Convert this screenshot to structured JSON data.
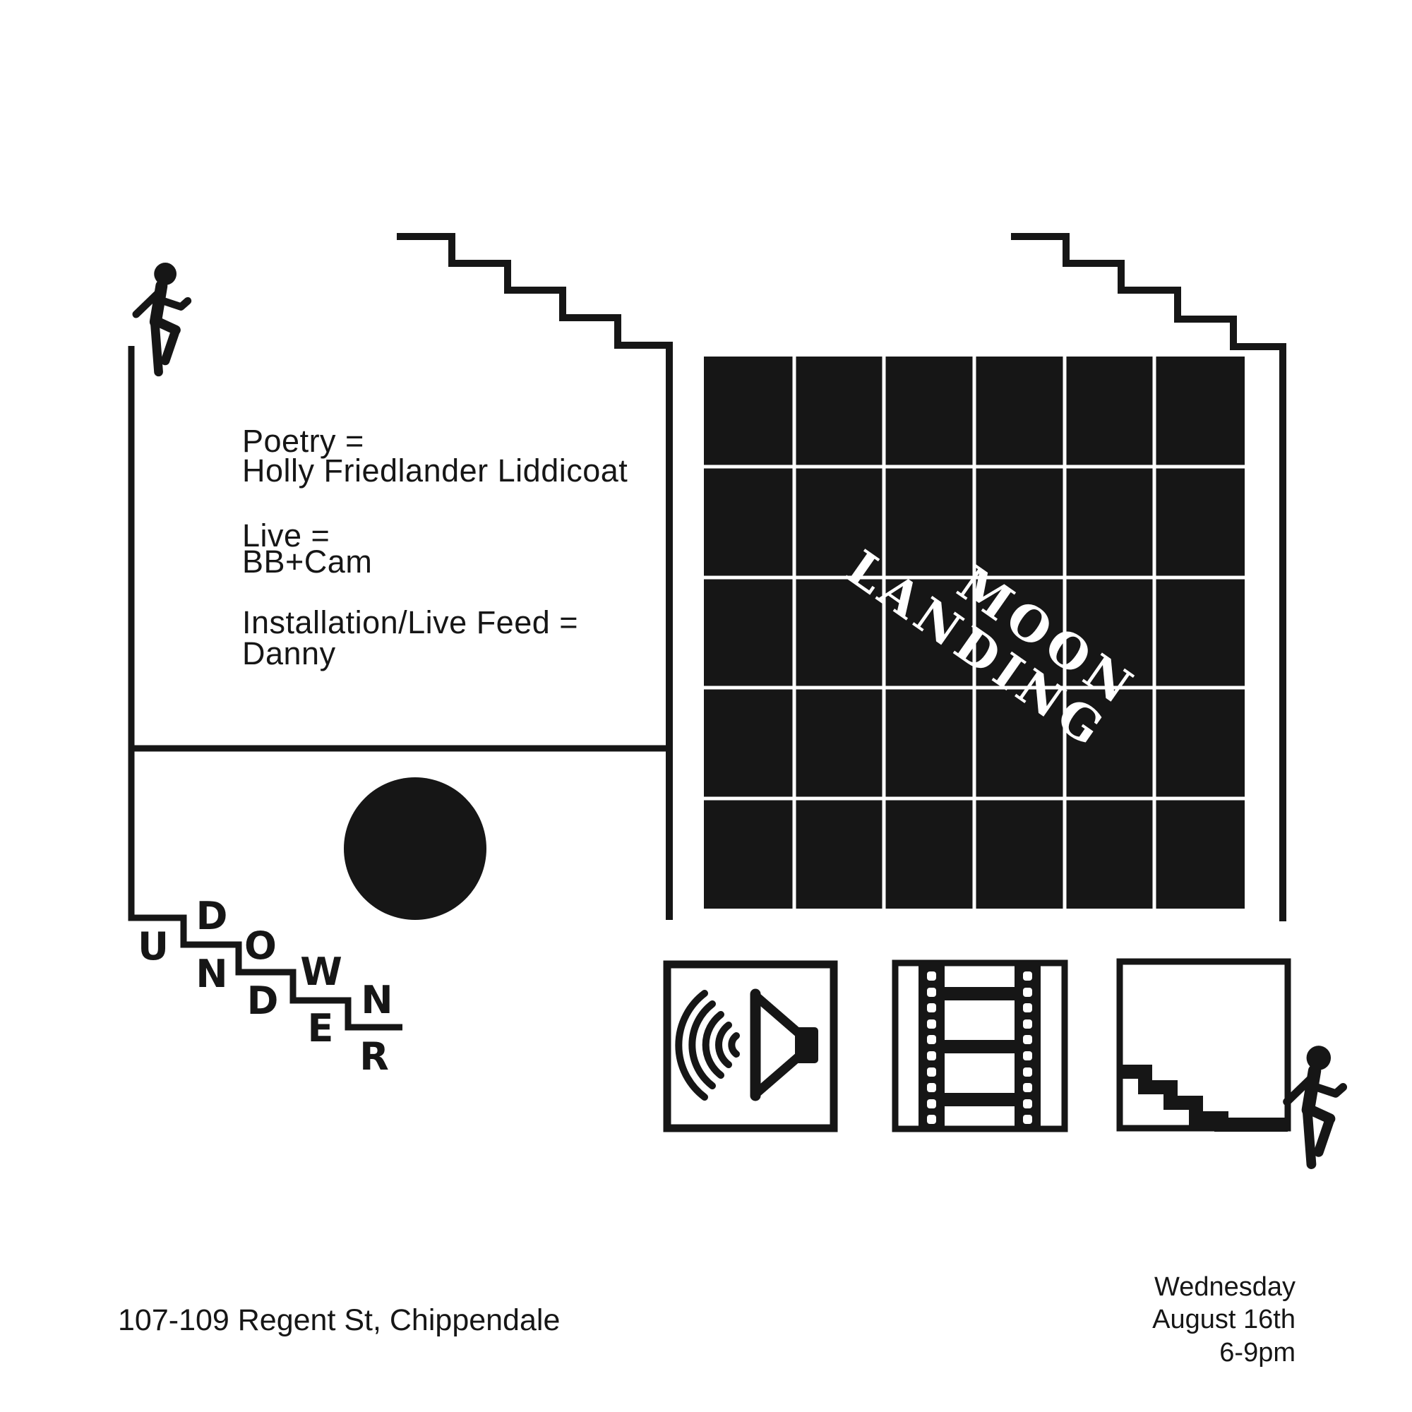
{
  "colors": {
    "ink": "#161616",
    "paper": "#ffffff",
    "title_text": "#ffffff"
  },
  "credits": [
    {
      "role": "Poetry =",
      "name": "Holly Friedlander Liddicoat"
    },
    {
      "role": "Live =",
      "name": "BB+Cam"
    },
    {
      "role": "Installation/Live Feed =",
      "name": "Danny"
    }
  ],
  "title": {
    "word1": "MOON",
    "word2": "LANDING"
  },
  "down_under": {
    "word": "DOWN UNDER",
    "letters": [
      {
        "ch": "D"
      },
      {
        "ch": "U"
      },
      {
        "ch": "O"
      },
      {
        "ch": "N"
      },
      {
        "ch": "W"
      },
      {
        "ch": "D"
      },
      {
        "ch": "N"
      },
      {
        "ch": "E"
      },
      {
        "ch": "R"
      }
    ]
  },
  "grid": {
    "columns": 6,
    "rows": 5
  },
  "icons": [
    {
      "name": "speaker-icon"
    },
    {
      "name": "film-strip-icon"
    },
    {
      "name": "stairs-icon"
    }
  ],
  "footer": {
    "address": "107-109 Regent St, Chippendale",
    "event_day": "Wednesday",
    "event_date": "August 16th",
    "event_time": "6-9pm"
  }
}
